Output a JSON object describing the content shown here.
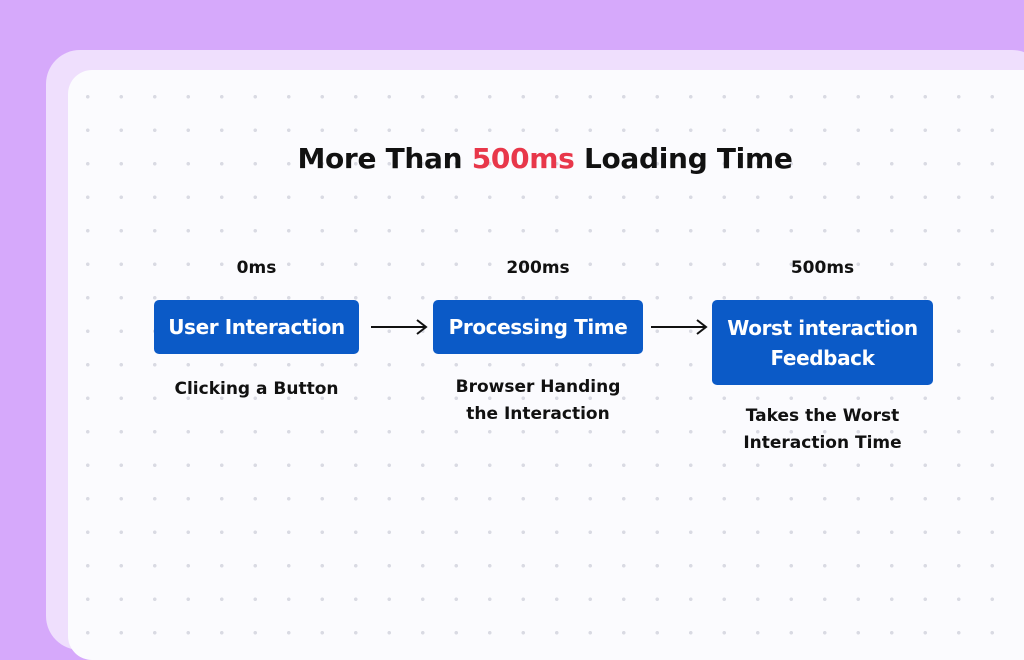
{
  "title": {
    "prefix": "More Than ",
    "highlight": "500ms",
    "suffix": " Loading Time"
  },
  "steps": [
    {
      "time": "0ms",
      "label_lines": [
        "User Interaction"
      ],
      "caption_lines": [
        "Clicking a Button"
      ]
    },
    {
      "time": "200ms",
      "label_lines": [
        "Processing Time"
      ],
      "caption_lines": [
        "Browser Handing",
        "the Interaction"
      ]
    },
    {
      "time": "500ms",
      "label_lines": [
        "Worst interaction",
        "Feedback"
      ],
      "caption_lines": [
        "Takes the Worst",
        "Interaction Time"
      ]
    }
  ],
  "colors": {
    "background": "#d6a9fb",
    "frame": "#efdffd",
    "card": "#fbfbfe",
    "box": "#0b5ac7",
    "accent": "#e8374a",
    "text": "#111111"
  },
  "icons": [
    "arrow-right-icon",
    "arrow-right-icon"
  ]
}
